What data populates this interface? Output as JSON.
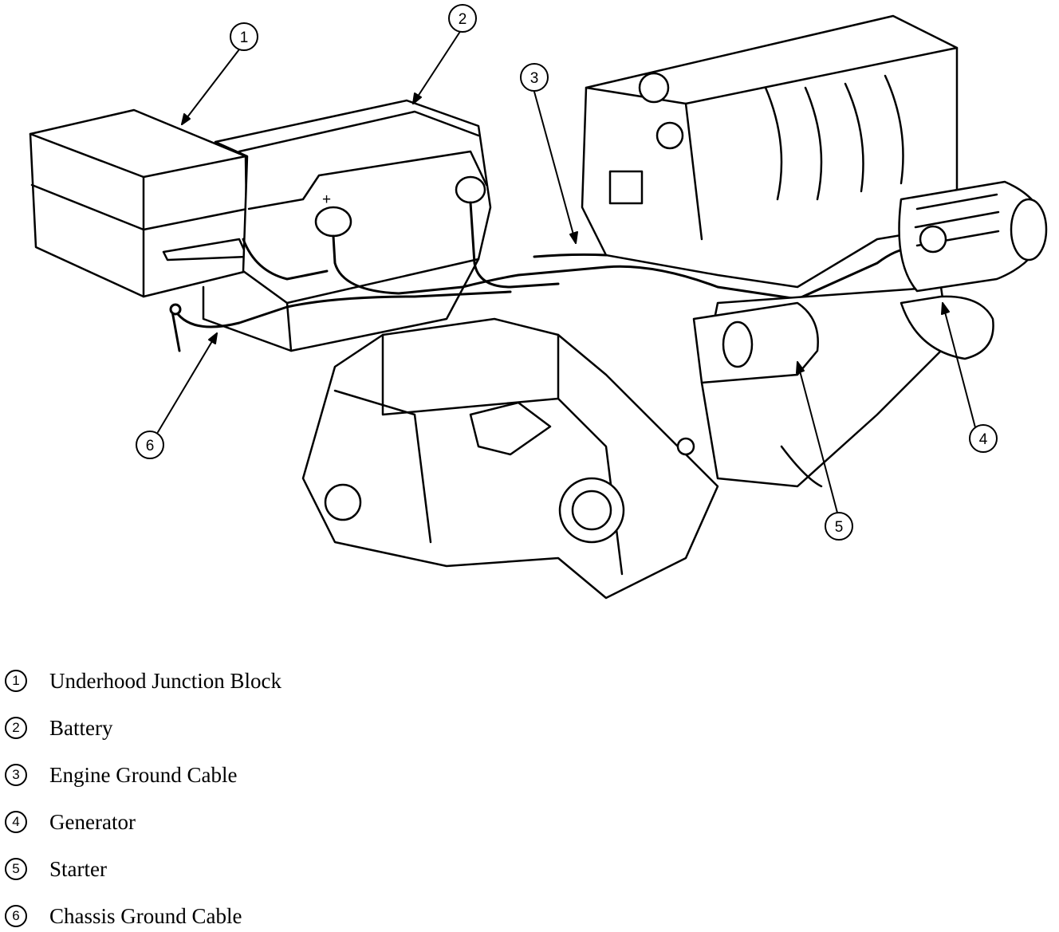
{
  "diagram": {
    "callouts": [
      "1",
      "2",
      "3",
      "4",
      "5",
      "6"
    ],
    "plus_sign": "+"
  },
  "legend": [
    {
      "num": "1",
      "label": "Underhood Junction Block"
    },
    {
      "num": "2",
      "label": "Battery"
    },
    {
      "num": "3",
      "label": "Engine Ground Cable"
    },
    {
      "num": "4",
      "label": "Generator"
    },
    {
      "num": "5",
      "label": "Starter"
    },
    {
      "num": "6",
      "label": "Chassis Ground Cable"
    }
  ]
}
